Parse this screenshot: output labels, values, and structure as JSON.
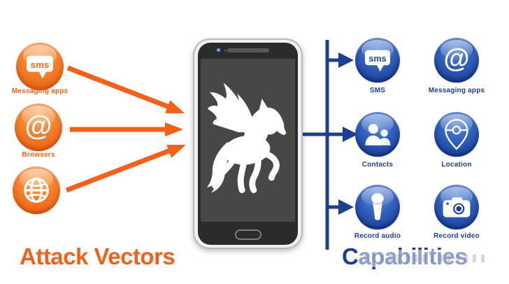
{
  "colors": {
    "orange": "#f2611a",
    "orange-dark": "#e2560a",
    "orange-icon-light": "#fbaa5e",
    "blue": "#1c3f94",
    "blue-icon-light": "#5586d8",
    "blue-icon-dark": "#10338a",
    "phone-body": "#efefef",
    "phone-bezel": "#2b2b2b",
    "phone-screen": "#474747"
  },
  "left": {
    "title": "Attack Vectors",
    "items": [
      {
        "label": "Messaging apps",
        "icon": "sms-bubble-icon",
        "icon_text": "sms"
      },
      {
        "label": "Browsers",
        "icon": "at-sign-icon",
        "icon_text": "@"
      },
      {
        "label": "",
        "icon": "globe-icon"
      }
    ]
  },
  "phone": {
    "screen_icon": "pegasus-winged-horse"
  },
  "right": {
    "title": "Capabilities",
    "items": [
      {
        "label": "SMS",
        "icon": "sms-bubble-icon",
        "icon_text": "sms"
      },
      {
        "label": "Messaging apps",
        "icon": "at-sign-icon",
        "icon_text": "@"
      },
      {
        "label": "Contacts",
        "icon": "contacts-icon"
      },
      {
        "label": "Location",
        "icon": "location-pin-icon"
      },
      {
        "label": "Record audio",
        "icon": "microphone-icon"
      },
      {
        "label": "Record video",
        "icon": "camera-icon"
      }
    ]
  }
}
